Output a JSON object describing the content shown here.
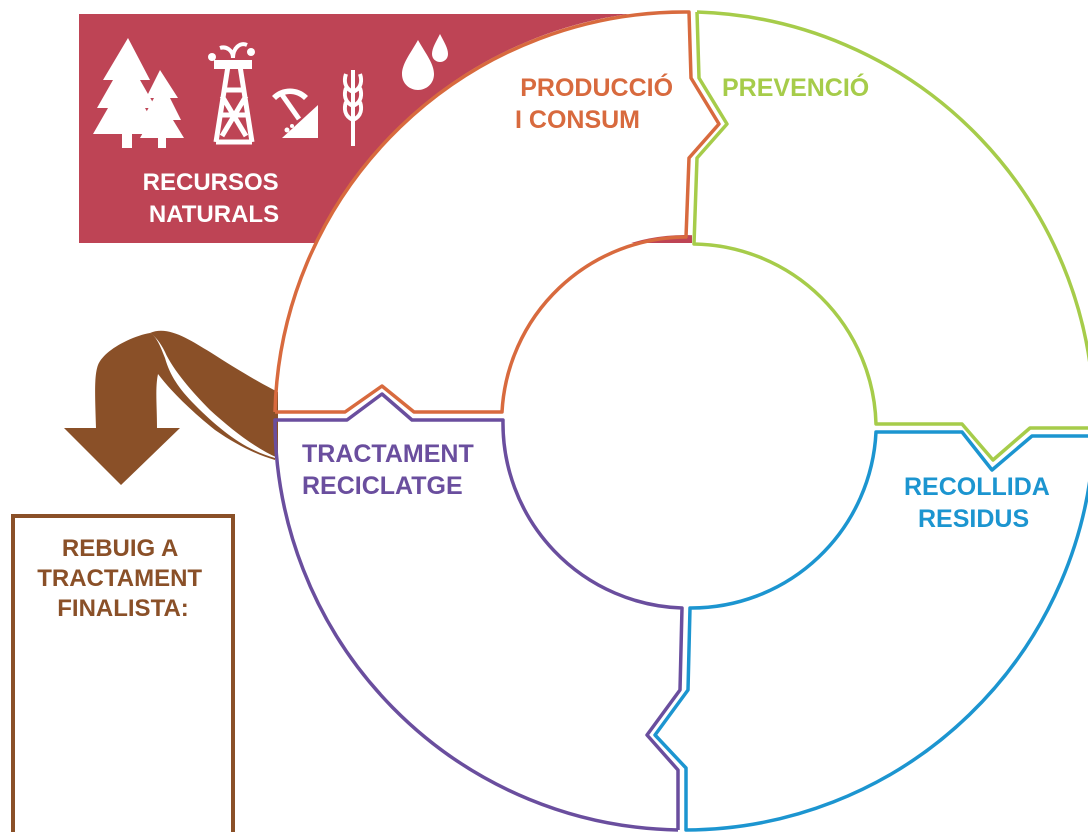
{
  "colors": {
    "natural_resources": "#BE4455",
    "production": "#D86A3E",
    "prevention": "#A6CC4A",
    "collection": "#1C95D0",
    "treatment": "#6A4E9E",
    "rejection": "#8A5028",
    "white": "#FFFFFF"
  },
  "natural_resources": {
    "line1": "RECURSOS",
    "line2": "NATURALS",
    "icons": [
      "trees-icon",
      "oil-derrick-icon",
      "mining-icon",
      "wheat-icon",
      "water-drops-icon"
    ]
  },
  "cycle": {
    "production": {
      "line1": "PRODUCCIÓ",
      "line2": "I CONSUM"
    },
    "prevention": {
      "line1": "PREVENCIÓ"
    },
    "collection": {
      "line1": "RECOLLIDA",
      "line2": "RESIDUS"
    },
    "treatment": {
      "line1": "TRACTAMENT",
      "line2": "RECICLATGE"
    }
  },
  "rejection": {
    "line1": "REBUIG A",
    "line2": "TRACTAMENT",
    "line3": "FINALISTA:",
    "icon": "arrow-down-icon"
  }
}
